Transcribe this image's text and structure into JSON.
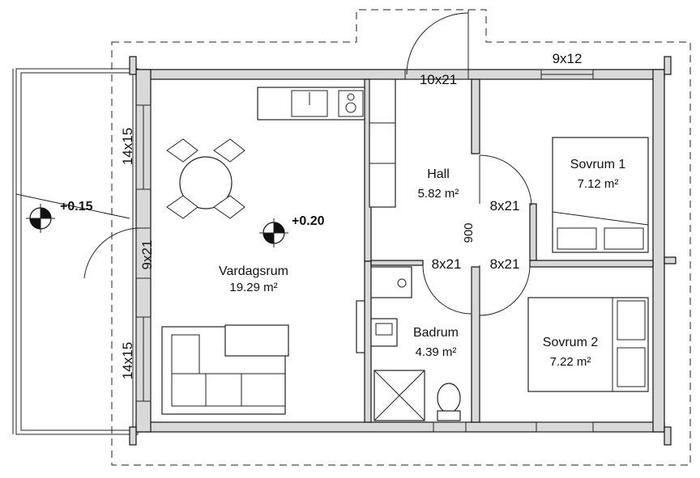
{
  "rooms": {
    "living": {
      "name": "Vardagsrum",
      "area": "19.29 m²"
    },
    "hall": {
      "name": "Hall",
      "area": "5.82 m²"
    },
    "bedroom1": {
      "name": "Sovrum 1",
      "area": "7.12 m²"
    },
    "bedroom2": {
      "name": "Sovrum 2",
      "area": "7.22 m²"
    },
    "bathroom": {
      "name": "Badrum",
      "area": "4.39 m²"
    }
  },
  "openings": {
    "entry_door": "10x21",
    "bedroom1_window": "9x12",
    "living_window_top": "14x15",
    "living_window_bottom": "14x15",
    "terrace_door": "9x21",
    "bedroom1_door": "8x21",
    "bedroom2_door": "8x21",
    "bathroom_door": "8x21",
    "hall_width": "900"
  },
  "levels": {
    "terrace": "+0.15",
    "interior": "+0.20"
  }
}
